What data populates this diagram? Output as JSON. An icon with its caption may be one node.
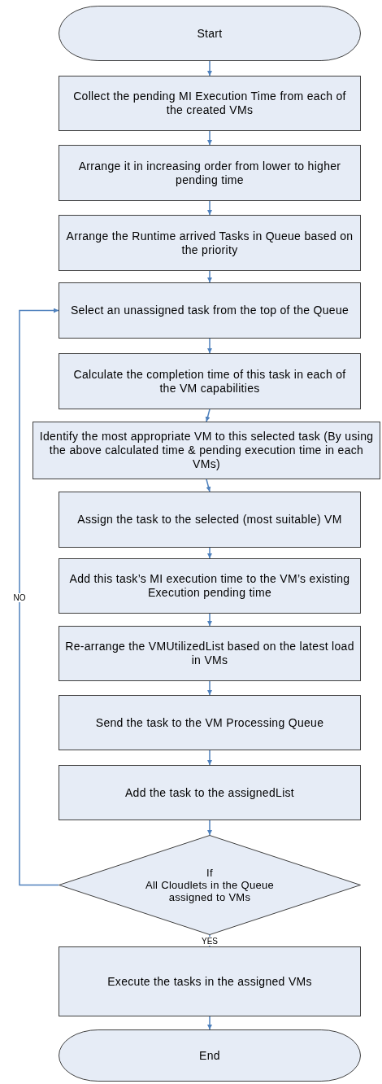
{
  "diagram": {
    "nodes": [
      {
        "text": [
          "Start"
        ]
      },
      {
        "text": [
          "Collect the pending MI Execution Time from each of the created VMs"
        ]
      },
      {
        "text": [
          "Arrange it in increasing order from lower to higher pending time"
        ]
      },
      {
        "text": [
          "Arrange the Runtime arrived Tasks in Queue based on the priority"
        ]
      },
      {
        "text": [
          "Select an unassigned task from the top of the Queue"
        ]
      },
      {
        "text": [
          "Calculate the completion time of this task in each of the VM capabilities"
        ]
      },
      {
        "text": [
          "Identify the most appropriate VM to this selected task (By using the above calculated time & pending execution time in each VMs)"
        ]
      },
      {
        "text": [
          "Assign the task to the selected (most suitable) VM"
        ]
      },
      {
        "text": [
          "Add this task’s MI execution time to the VM’s existing Execution pending time"
        ]
      },
      {
        "text": [
          "Re-arrange the VMUtilizedList based on the latest load in VMs"
        ]
      },
      {
        "text": [
          "Send the task to the VM Processing Queue"
        ]
      },
      {
        "text": [
          "Add the task to the assignedList"
        ]
      },
      {
        "text": [
          "If",
          "All Cloudlets in the Queue assigned to VMs"
        ]
      },
      {
        "text": [
          "Execute the tasks in the assigned VMs"
        ]
      },
      {
        "text": [
          "End"
        ]
      }
    ],
    "edges": [
      {
        "from": 0,
        "to": 1,
        "arrow": "to"
      },
      {
        "from": 1,
        "to": 2,
        "arrow": "to"
      },
      {
        "from": 2,
        "to": 3,
        "arrow": "to"
      },
      {
        "from": 3,
        "to": 4,
        "arrow": "to"
      },
      {
        "from": 4,
        "to": 5,
        "arrow": "to"
      },
      {
        "from": 5,
        "to": 6,
        "arrow": "to"
      },
      {
        "from": 6,
        "to": 7,
        "arrow": "to"
      },
      {
        "from": 7,
        "to": 8,
        "arrow": "to"
      },
      {
        "from": 8,
        "to": 9,
        "arrow": "to"
      },
      {
        "from": 9,
        "to": 10,
        "arrow": "to"
      },
      {
        "from": 10,
        "to": 11,
        "arrow": "to"
      },
      {
        "from": 11,
        "to": 12,
        "arrow": "to"
      },
      {
        "from": 12,
        "to": 4,
        "label": "NO",
        "arrow": "to"
      },
      {
        "from": 12,
        "to": 13,
        "label": "YES",
        "arrow": "none"
      },
      {
        "from": 13,
        "to": 14,
        "arrow": "to"
      }
    ]
  }
}
